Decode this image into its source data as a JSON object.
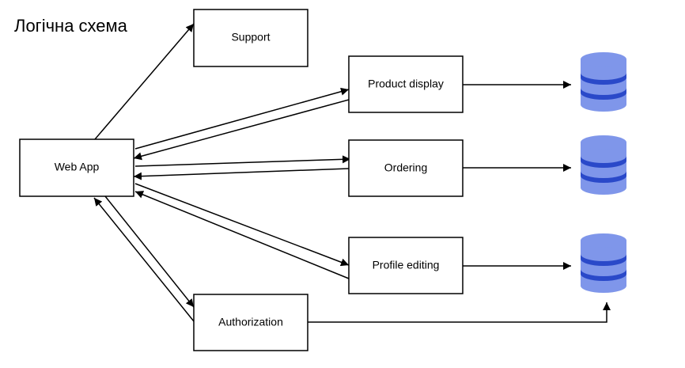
{
  "title": "Логічна схема",
  "nodes": {
    "support": "Support",
    "web_app": "Web App",
    "product_display": "Product display",
    "ordering": "Ordering",
    "profile_editing": "Profile editing",
    "authorization": "Authorization"
  },
  "colors": {
    "line": "#000000",
    "box_stroke": "#000000",
    "db_fill": "#7f96ea",
    "db_band": "#2a49c9"
  },
  "icons": [
    "database-icon",
    "database-icon",
    "database-icon"
  ]
}
